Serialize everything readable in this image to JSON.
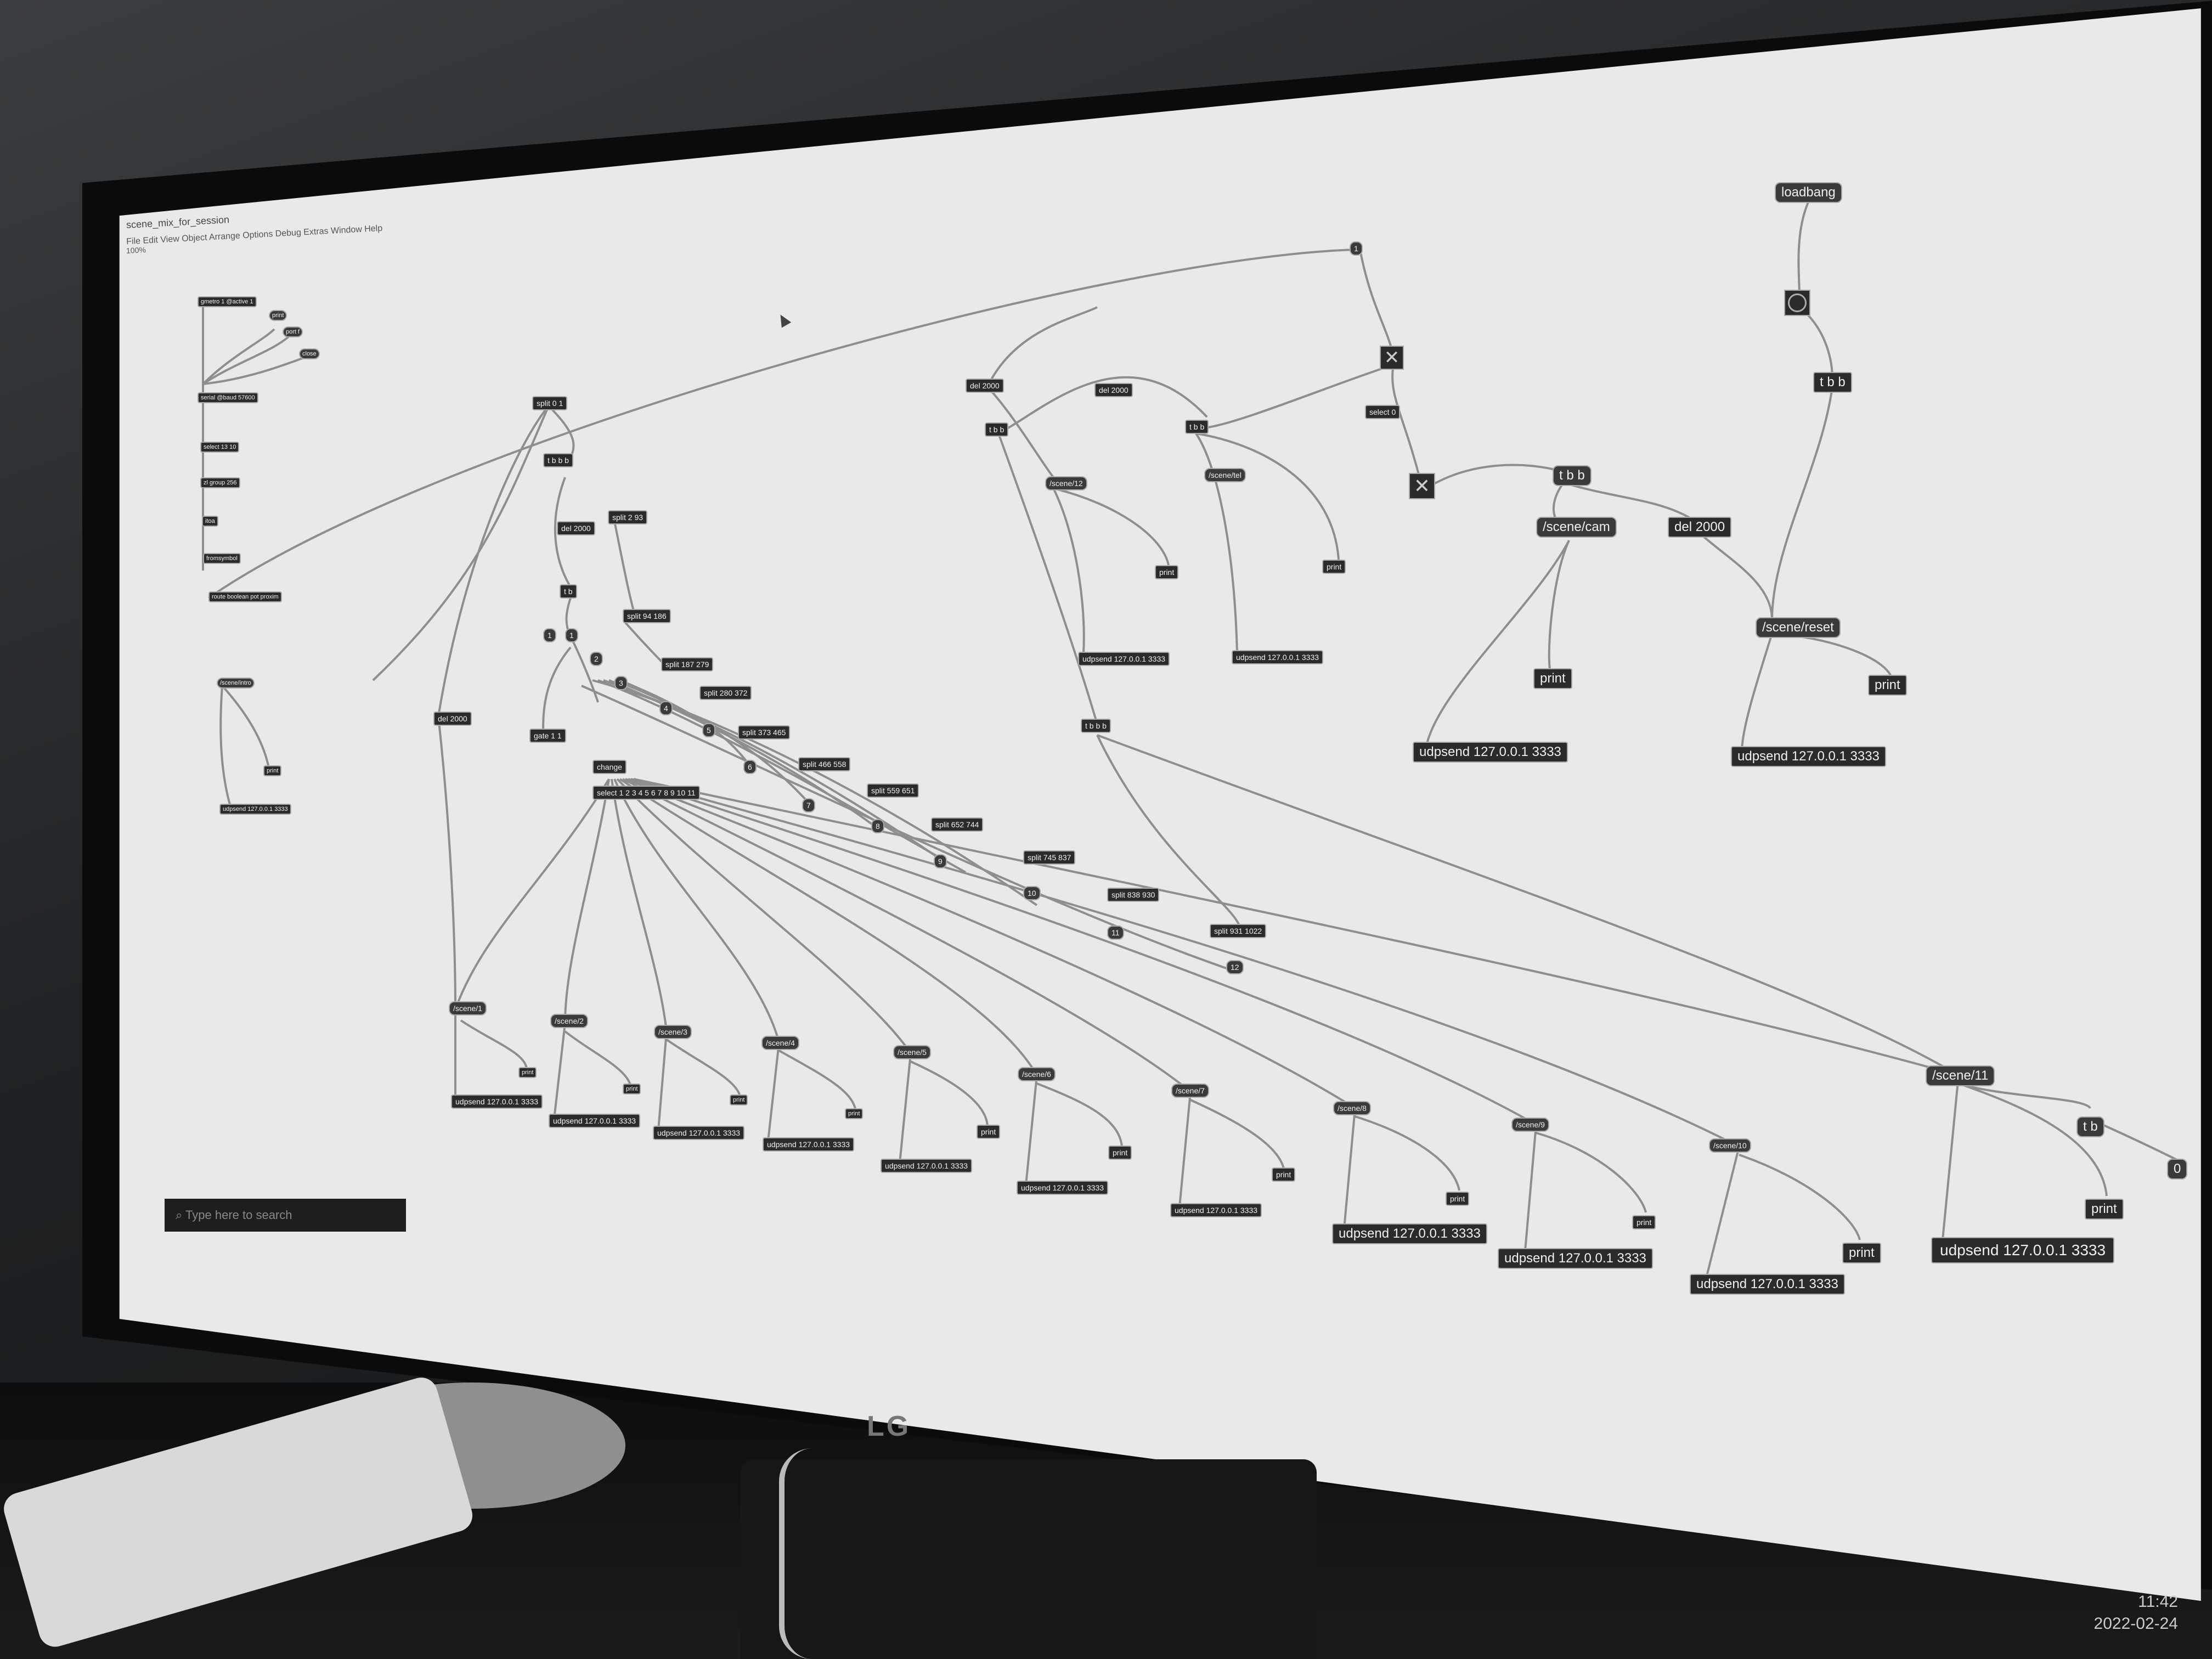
{
  "window": {
    "title": "scene_mix_for_session",
    "menu": "File  Edit  View  Object  Arrange  Options  Debug  Extras  Window  Help",
    "zoom": "100%"
  },
  "taskbar": {
    "search_placeholder": "Type here to search"
  },
  "clock": {
    "time": "11:42",
    "date": "2022-02-24"
  },
  "monitor": {
    "brand": "LG"
  },
  "objects": {
    "loadbang": "loadbang",
    "msg_1": "1",
    "del_2000": "del 2000",
    "tbb": "t b b",
    "tbbb": "t b b b",
    "tb": "t b",
    "select_0": "select 0",
    "scene_12": "/scene/12",
    "scene_tel": "/scene/tel",
    "scene_cam": "/scene/cam",
    "scene_reset": "/scene/reset",
    "scene_intro": "/scene/intro",
    "print": "print",
    "udpsend": "udpsend 127.0.0.1 3333",
    "split_0_1": "split 0 1",
    "split_2_93": "split 2 93",
    "split_94_186": "split 94 186",
    "split_187_279": "split 187 279",
    "split_280_372": "split 280 372",
    "split_373_465": "split 373 465",
    "split_466_558": "split 466 558",
    "split_559_651": "split 559 651",
    "split_652_744": "split 652 744",
    "split_745_837": "split 745 837",
    "split_838_930": "split 838 930",
    "split_931_1022": "split 931 1022",
    "gate": "gate 1 1",
    "change": "change",
    "select_big": "select 1 2 3 4 5 6 7 8 9 10 11",
    "serial": "serial @baud 57600",
    "select_13_10": "select 13 10",
    "zl_group": "zl group 256",
    "itoa": "itoa",
    "fromsymbol": "fromsymbol",
    "route": "route boolean pot proxim",
    "gate_top": "gmetro 1 @active 1",
    "print_top": "print",
    "port": "port f",
    "close": "close",
    "scenes": [
      "/scene/1",
      "/scene/2",
      "/scene/3",
      "/scene/4",
      "/scene/5",
      "/scene/6",
      "/scene/7",
      "/scene/8",
      "/scene/9",
      "/scene/10",
      "/scene/11"
    ],
    "numbers": [
      "1",
      "1",
      "2",
      "3",
      "4",
      "5",
      "6",
      "7",
      "8",
      "9",
      "10",
      "11",
      "12"
    ],
    "zero": "0"
  }
}
